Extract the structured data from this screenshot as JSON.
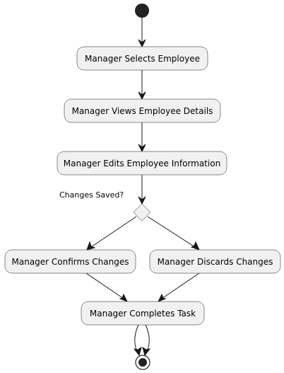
{
  "diagram": {
    "activities": [
      {
        "id": "select",
        "label": "Manager Selects Employee"
      },
      {
        "id": "view",
        "label": "Manager Views Employee Details"
      },
      {
        "id": "edit",
        "label": "Manager Edits Employee Information"
      },
      {
        "id": "confirm",
        "label": "Manager Confirms Changes"
      },
      {
        "id": "discard",
        "label": "Manager Discards Changes"
      },
      {
        "id": "complete",
        "label": "Manager Completes Task"
      }
    ],
    "decision": {
      "label": "Changes Saved?"
    },
    "colors": {
      "node_fill": "#f1f1f1",
      "line": "#181818",
      "start": "#222222"
    }
  }
}
